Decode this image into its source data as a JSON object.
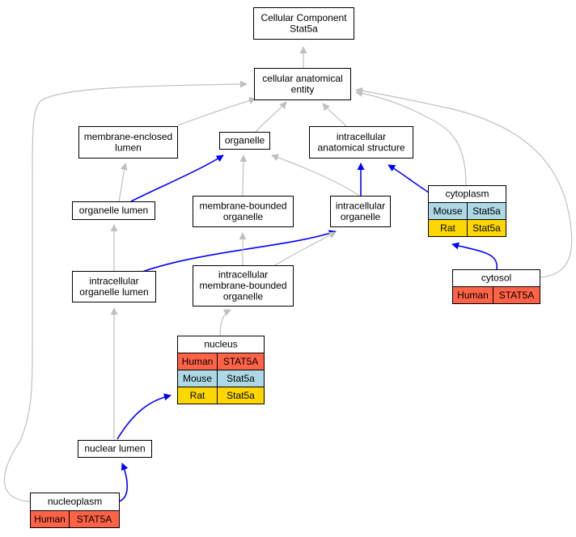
{
  "colors": {
    "human": "#ff6347",
    "mouse": "#add8e6",
    "rat": "#ffd700",
    "is_a_edge": "#c0c0c0",
    "part_of_edge": "#0000ff"
  },
  "nodes": {
    "root": [
      "Cellular Component",
      "Stat5a"
    ],
    "cae": [
      "cellular anatomical",
      "entity"
    ],
    "mel": [
      "membrane-enclosed",
      "lumen"
    ],
    "organelle": [
      "organelle"
    ],
    "ias": [
      "intracellular",
      "anatomical structure"
    ],
    "ol": [
      "organelle lumen"
    ],
    "mbo": [
      "membrane-bounded",
      "organelle"
    ],
    "io": [
      "intracellular",
      "organelle"
    ],
    "iol": [
      "intracellular",
      "organelle lumen"
    ],
    "imbo": [
      "intracellular",
      "membrane-bounded",
      "organelle"
    ],
    "cytoplasm": [
      "cytoplasm"
    ],
    "cytosol": [
      "cytosol"
    ],
    "nucleus": [
      "nucleus"
    ],
    "nuclear_lumen": [
      "nuclear lumen"
    ],
    "nucleoplasm": [
      "nucleoplasm"
    ]
  },
  "annotations": {
    "cytoplasm": [
      {
        "species": "Mouse",
        "gene": "Stat5a",
        "color": "mouse"
      },
      {
        "species": "Rat",
        "gene": "Stat5a",
        "color": "rat"
      }
    ],
    "cytosol": [
      {
        "species": "Human",
        "gene": "STAT5A",
        "color": "human"
      }
    ],
    "nucleus": [
      {
        "species": "Human",
        "gene": "STAT5A",
        "color": "human"
      },
      {
        "species": "Mouse",
        "gene": "Stat5a",
        "color": "mouse"
      },
      {
        "species": "Rat",
        "gene": "Stat5a",
        "color": "rat"
      }
    ],
    "nucleoplasm": [
      {
        "species": "Human",
        "gene": "STAT5A",
        "color": "human"
      }
    ]
  },
  "edges": [
    {
      "from": "cae",
      "to": "root",
      "type": "is_a"
    },
    {
      "from": "mel",
      "to": "cae",
      "type": "is_a"
    },
    {
      "from": "organelle",
      "to": "cae",
      "type": "is_a"
    },
    {
      "from": "ias",
      "to": "cae",
      "type": "is_a"
    },
    {
      "from": "cytoplasm",
      "to": "cae",
      "type": "is_a"
    },
    {
      "from": "cytosol",
      "to": "cae",
      "type": "is_a"
    },
    {
      "from": "nucleoplasm",
      "to": "cae",
      "type": "is_a"
    },
    {
      "from": "ol",
      "to": "mel",
      "type": "is_a"
    },
    {
      "from": "ol",
      "to": "organelle",
      "type": "part_of"
    },
    {
      "from": "mbo",
      "to": "organelle",
      "type": "is_a"
    },
    {
      "from": "io",
      "to": "organelle",
      "type": "is_a"
    },
    {
      "from": "io",
      "to": "ias",
      "type": "part_of"
    },
    {
      "from": "cytoplasm",
      "to": "ias",
      "type": "part_of"
    },
    {
      "from": "iol",
      "to": "ol",
      "type": "is_a"
    },
    {
      "from": "iol",
      "to": "io",
      "type": "part_of"
    },
    {
      "from": "imbo",
      "to": "mbo",
      "type": "is_a"
    },
    {
      "from": "imbo",
      "to": "io",
      "type": "is_a"
    },
    {
      "from": "cytosol",
      "to": "cytoplasm",
      "type": "part_of"
    },
    {
      "from": "nucleus",
      "to": "imbo",
      "type": "is_a"
    },
    {
      "from": "nuclear_lumen",
      "to": "iol",
      "type": "is_a"
    },
    {
      "from": "nuclear_lumen",
      "to": "nucleus",
      "type": "part_of"
    },
    {
      "from": "nucleoplasm",
      "to": "nuclear_lumen",
      "type": "part_of"
    }
  ]
}
